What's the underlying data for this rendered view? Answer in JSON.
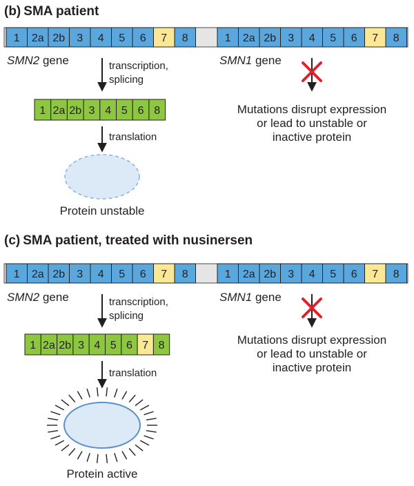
{
  "colors": {
    "exon_blue": "#5aa7de",
    "exon_yellow": "#fbe895",
    "exon_green": "#8dc63f",
    "bar_gray": "#e5e5e5",
    "protein_fill": "#dce9f7",
    "protein_outline_unstable": "#8cb6e0",
    "protein_outline_active": "#5b8fc9",
    "cross_red": "#e2202c",
    "ink": "#231f20"
  },
  "panel_b": {
    "title_letter": "(b)",
    "title_text": "SMA patient",
    "smn2_gene": {
      "name": "SMN2",
      "suffix": " gene",
      "exons": [
        "1",
        "2a",
        "2b",
        "3",
        "4",
        "5",
        "6",
        "7",
        "8"
      ],
      "yellow_index": 7
    },
    "smn1_gene": {
      "name": "SMN1",
      "suffix": " gene",
      "exons": [
        "1",
        "2a",
        "2b",
        "3",
        "4",
        "5",
        "6",
        "7",
        "8"
      ],
      "yellow_index": 7
    },
    "arrow1_label_line1": "transcription,",
    "arrow1_label_line2": "splicing",
    "mrna_exons": [
      "1",
      "2a",
      "2b",
      "3",
      "4",
      "5",
      "6",
      "8"
    ],
    "arrow2_label": "translation",
    "protein_label": "Protein unstable",
    "note_lines": [
      "Mutations disrupt expression",
      "or lead to unstable or",
      "inactive protein"
    ]
  },
  "panel_c": {
    "title_letter": "(c)",
    "title_text": "SMA patient, treated with nusinersen",
    "smn2_gene": {
      "name": "SMN2",
      "suffix": " gene",
      "exons": [
        "1",
        "2a",
        "2b",
        "3",
        "4",
        "5",
        "6",
        "7",
        "8"
      ],
      "yellow_index": 7
    },
    "smn1_gene": {
      "name": "SMN1",
      "suffix": " gene",
      "exons": [
        "1",
        "2a",
        "2b",
        "3",
        "4",
        "5",
        "6",
        "7",
        "8"
      ],
      "yellow_index": 7
    },
    "arrow1_label_line1": "transcription,",
    "arrow1_label_line2": "splicing",
    "mrna_exons": [
      "1",
      "2a",
      "2b",
      "3",
      "4",
      "5",
      "6",
      "7",
      "8"
    ],
    "mrna_yellow_index": 7,
    "arrow2_label": "translation",
    "protein_label": "Protein active",
    "note_lines": [
      "Mutations disrupt expression",
      "or lead to unstable or",
      "inactive protein"
    ]
  }
}
